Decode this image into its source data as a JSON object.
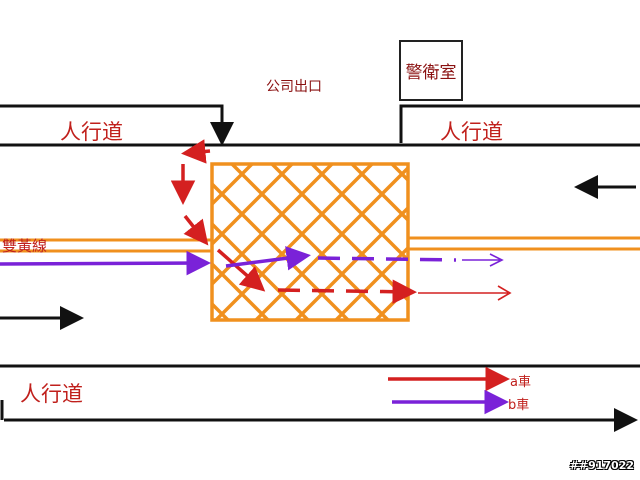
{
  "labels": {
    "sidewalk_top_left": "人行道",
    "sidewalk_top_right": "人行道",
    "sidewalk_bottom": "人行道",
    "company_exit": "公司出口",
    "guard_room": "警衛室",
    "double_yellow_line": "雙黃線"
  },
  "legend": [
    {
      "label": "a車",
      "color": "#d42020"
    },
    {
      "label": "b車",
      "color": "#7a22d8"
    }
  ],
  "watermark": "##917022",
  "colors": {
    "box": "#f0901e",
    "road": "#111111",
    "car_a": "#d42020",
    "car_b": "#7a22d8"
  }
}
